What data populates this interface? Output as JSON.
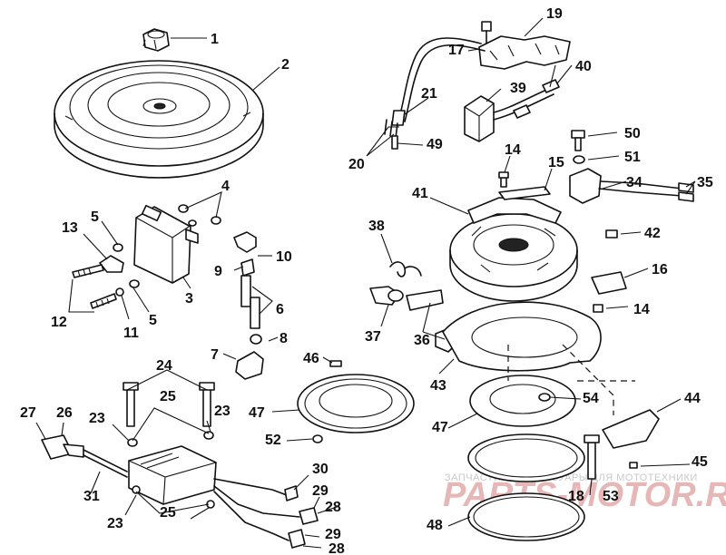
{
  "callouts": [
    {
      "id": "c1",
      "label": "1"
    },
    {
      "id": "c2",
      "label": "2"
    },
    {
      "id": "c3",
      "label": "3"
    },
    {
      "id": "c4",
      "label": "4"
    },
    {
      "id": "c5a",
      "label": "5"
    },
    {
      "id": "c5b",
      "label": "5"
    },
    {
      "id": "c6",
      "label": "6"
    },
    {
      "id": "c7",
      "label": "7"
    },
    {
      "id": "c8",
      "label": "8"
    },
    {
      "id": "c9",
      "label": "9"
    },
    {
      "id": "c10",
      "label": "10"
    },
    {
      "id": "c11",
      "label": "11"
    },
    {
      "id": "c12",
      "label": "12"
    },
    {
      "id": "c13",
      "label": "13"
    },
    {
      "id": "c14a",
      "label": "14"
    },
    {
      "id": "c14b",
      "label": "14"
    },
    {
      "id": "c15",
      "label": "15"
    },
    {
      "id": "c16",
      "label": "16"
    },
    {
      "id": "c17",
      "label": "17"
    },
    {
      "id": "c18",
      "label": "18"
    },
    {
      "id": "c19",
      "label": "19"
    },
    {
      "id": "c20",
      "label": "20"
    },
    {
      "id": "c21",
      "label": "21"
    },
    {
      "id": "c23a",
      "label": "23"
    },
    {
      "id": "c23b",
      "label": "23"
    },
    {
      "id": "c23c",
      "label": "23"
    },
    {
      "id": "c24",
      "label": "24"
    },
    {
      "id": "c25a",
      "label": "25"
    },
    {
      "id": "c25b",
      "label": "25"
    },
    {
      "id": "c26",
      "label": "26"
    },
    {
      "id": "c27",
      "label": "27"
    },
    {
      "id": "c28a",
      "label": "28"
    },
    {
      "id": "c28b",
      "label": "28"
    },
    {
      "id": "c29a",
      "label": "29"
    },
    {
      "id": "c29b",
      "label": "29"
    },
    {
      "id": "c30",
      "label": "30"
    },
    {
      "id": "c31",
      "label": "31"
    },
    {
      "id": "c34",
      "label": "34"
    },
    {
      "id": "c35",
      "label": "35"
    },
    {
      "id": "c36",
      "label": "36"
    },
    {
      "id": "c37",
      "label": "37"
    },
    {
      "id": "c38",
      "label": "38"
    },
    {
      "id": "c39",
      "label": "39"
    },
    {
      "id": "c40",
      "label": "40"
    },
    {
      "id": "c41",
      "label": "41"
    },
    {
      "id": "c42",
      "label": "42"
    },
    {
      "id": "c43",
      "label": "43"
    },
    {
      "id": "c44",
      "label": "44"
    },
    {
      "id": "c45",
      "label": "45"
    },
    {
      "id": "c46",
      "label": "46"
    },
    {
      "id": "c47a",
      "label": "47"
    },
    {
      "id": "c47b",
      "label": "47"
    },
    {
      "id": "c48",
      "label": "48"
    },
    {
      "id": "c49",
      "label": "49"
    },
    {
      "id": "c50",
      "label": "50"
    },
    {
      "id": "c51",
      "label": "51"
    },
    {
      "id": "c52",
      "label": "52"
    },
    {
      "id": "c53",
      "label": "53"
    },
    {
      "id": "c54",
      "label": "54"
    }
  ],
  "watermark": {
    "caption": "ЗАПЧАСТИ И АКСЕССУАРЫ ДЛЯ МОТОТЕХНИКИ",
    "brand": "PARTS-MOTOR.RU"
  }
}
